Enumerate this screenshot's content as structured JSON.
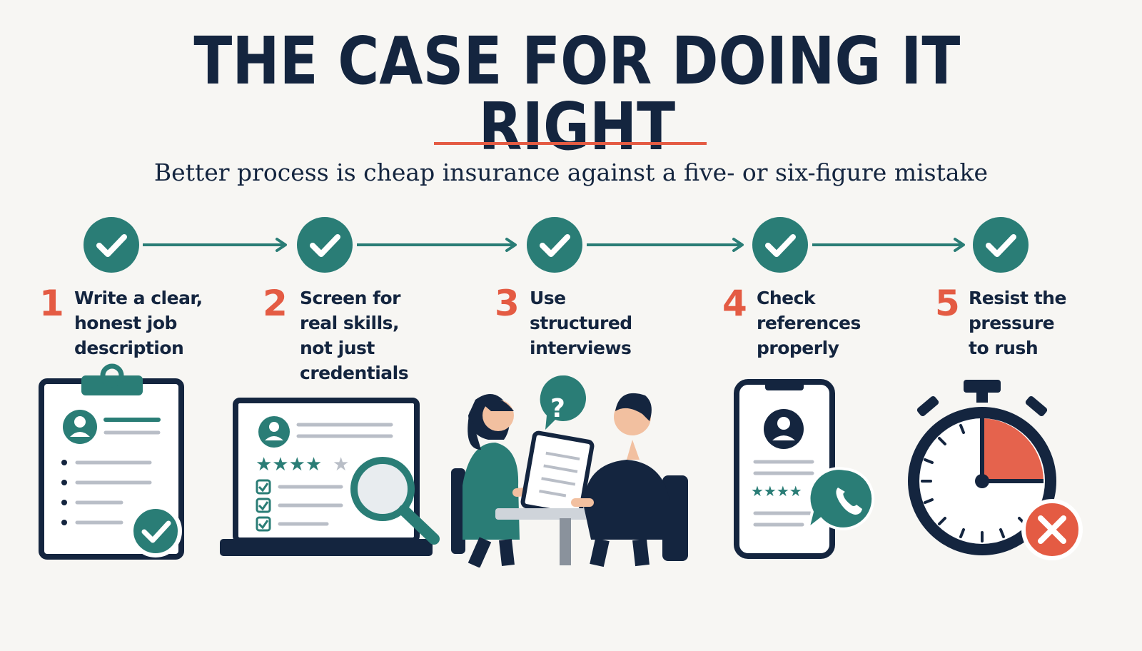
{
  "header": {
    "title": "THE CASE FOR DOING IT RIGHT",
    "subtitle": "Better process is cheap insurance against a five- or six-figure mistake"
  },
  "colors": {
    "navy": "#14253f",
    "teal": "#2a7d76",
    "coral": "#e45b43",
    "background": "#f7f6f3"
  },
  "steps": [
    {
      "number": "1",
      "lines": [
        "Write a clear,",
        "honest job",
        "description"
      ],
      "icon": "clipboard-checklist-icon"
    },
    {
      "number": "2",
      "lines": [
        "Screen for",
        "real skills,",
        "not just",
        "credentials"
      ],
      "icon": "laptop-magnifier-icon"
    },
    {
      "number": "3",
      "lines": [
        "Use",
        "structured",
        "interviews"
      ],
      "icon": "interview-scene-icon"
    },
    {
      "number": "4",
      "lines": [
        "Check",
        "references",
        "properly"
      ],
      "icon": "phone-reference-icon"
    },
    {
      "number": "5",
      "lines": [
        "Resist the",
        "pressure",
        "to rush"
      ],
      "icon": "stopwatch-cancel-icon"
    }
  ],
  "interview_bubble": "?"
}
